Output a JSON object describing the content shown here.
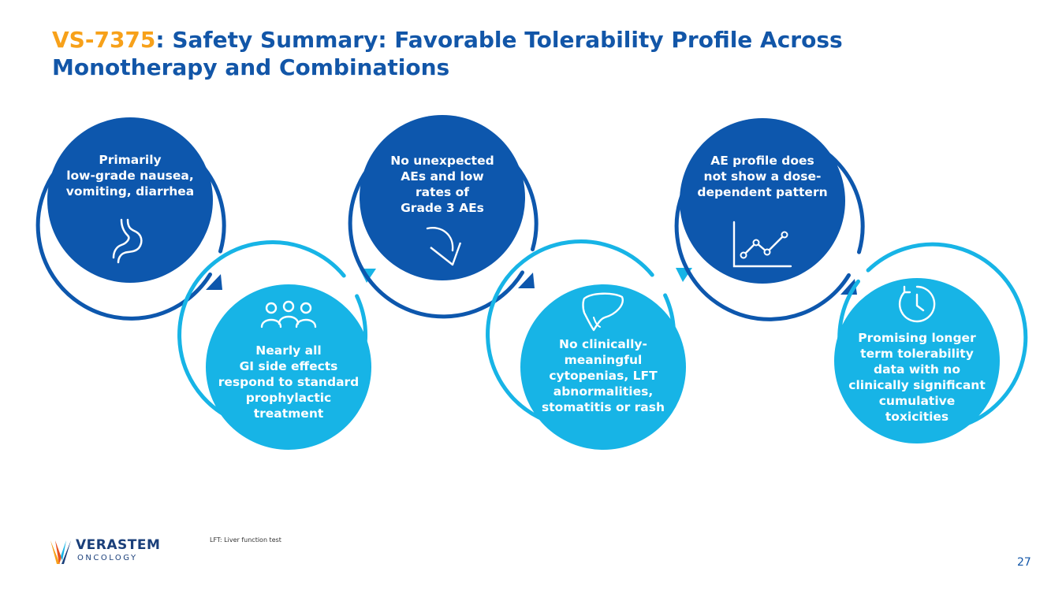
{
  "title": {
    "accent": "VS-7375",
    "line1_rest": ": Safety Summary: Favorable Tolerability Profile Across",
    "line2": "Monotherapy and Combinations"
  },
  "steps": [
    {
      "text": "Primarily\nlow-grade nausea,\nvomiting, diarrhea",
      "icon": "stomach-icon",
      "tone": "dark"
    },
    {
      "text": "Nearly all\nGI side effects\nrespond to standard\nprophylactic\ntreatment",
      "icon": "people-group-icon",
      "tone": "light"
    },
    {
      "text": "No unexpected\nAEs and low\nrates of\nGrade 3 AEs",
      "icon": "curved-down-arrow-icon",
      "tone": "dark"
    },
    {
      "text": "No clinically-\nmeaningful\ncytopenias, LFT\nabnormalities,\nstomatitis or rash",
      "icon": "liver-icon",
      "tone": "light"
    },
    {
      "text": "AE profile does\nnot show a dose-\ndependent pattern",
      "icon": "line-chart-icon",
      "tone": "dark"
    },
    {
      "text": "Promising longer\nterm tolerability\ndata with no\nclinically significant\ncumulative\ntoxicities",
      "icon": "clock-icon",
      "tone": "light"
    }
  ],
  "footnote": "LFT: Liver function test",
  "page_number": "27",
  "logo": {
    "brand": "VERASTEM",
    "sub": "ONCOLOGY"
  },
  "colors": {
    "dark": "#0d57ad",
    "light": "#17b4e6",
    "accent": "#f7a11a",
    "title": "#1256a8"
  }
}
